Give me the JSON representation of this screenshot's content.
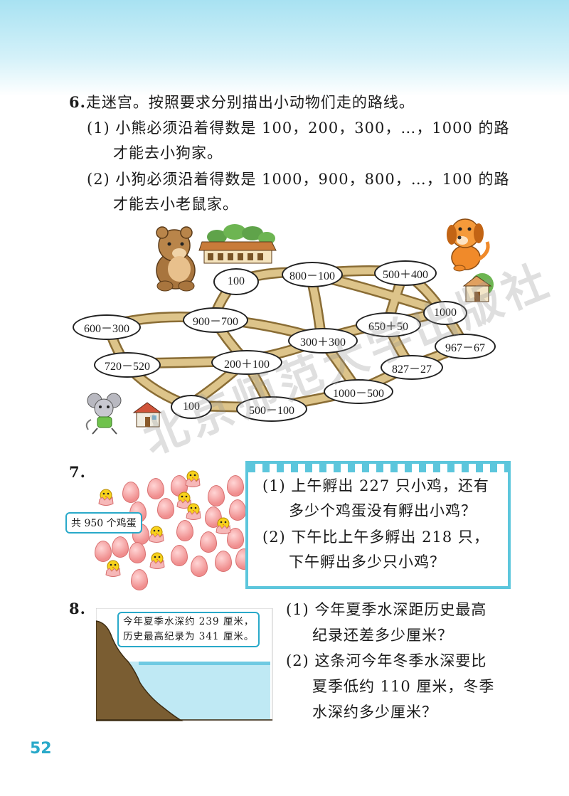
{
  "q6": {
    "num": "6.",
    "title": "走迷宫。按照要求分别描出小动物们走的路线。",
    "p1_line1": "(1) 小熊必须沿着得数是 100，200，300，…，1000 的路",
    "p1_line2": "才能去小狗家。",
    "p2_line1": "(2) 小狗必须沿着得数是 1000，900，800，…，100 的路",
    "p2_line2": "才能去小老鼠家。"
  },
  "maze": {
    "nodes": [
      "100",
      "800－100",
      "500＋400",
      "1000",
      "600－300",
      "900－700",
      "300＋300",
      "650＋50",
      "967－67",
      "720－520",
      "200＋100",
      "827－27",
      "1000－500",
      "100",
      "500－100"
    ]
  },
  "watermark": "北京师范大学出版社",
  "q7": {
    "num": "7.",
    "egg_label": "共 950 个鸡蛋",
    "p1_line1": "(1) 上午孵出 227 只小鸡，还有",
    "p1_line2": "多少个鸡蛋没有孵出小鸡？",
    "p2_line1": "(2) 下午比上午多孵出 218 只，",
    "p2_line2": "下午孵出多少只小鸡？"
  },
  "q8": {
    "num": "8.",
    "note_line1": "今年夏季水深约 239 厘米，",
    "note_line2": "历史最高纪录为 341 厘米。",
    "p1_line1": "(1) 今年夏季水深距历史最高",
    "p1_line2": "纪录还差多少厘米？",
    "p2_line1": "(2) 这条河今年冬季水深要比",
    "p2_line2": "夏季低约 110 厘米，冬季",
    "p2_line3": "水深约多少厘米？"
  },
  "page_number": "52",
  "colors": {
    "accent": "#29a9c9",
    "path": "#c9a968",
    "egg": "#f08e8e"
  }
}
